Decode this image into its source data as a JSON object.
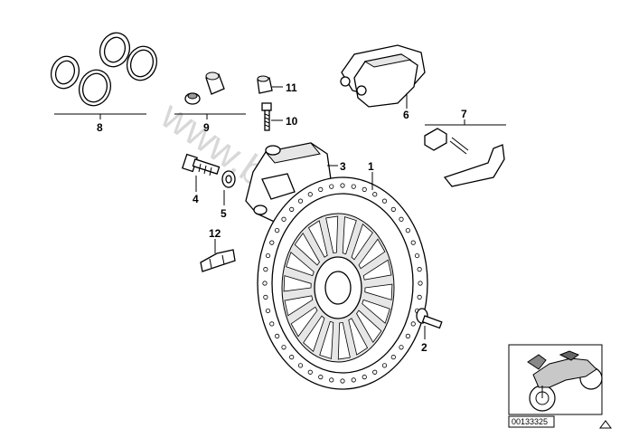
{
  "watermark": "www.bmwfiche.pl",
  "diagram_code": "00133325",
  "callouts": [
    {
      "id": "1",
      "label": "1"
    },
    {
      "id": "2",
      "label": "2"
    },
    {
      "id": "3",
      "label": "3"
    },
    {
      "id": "4",
      "label": "4"
    },
    {
      "id": "5",
      "label": "5"
    },
    {
      "id": "6",
      "label": "6"
    },
    {
      "id": "7",
      "label": "7"
    },
    {
      "id": "8",
      "label": "8"
    },
    {
      "id": "9",
      "label": "9"
    },
    {
      "id": "10",
      "label": "10"
    },
    {
      "id": "11",
      "label": "11"
    },
    {
      "id": "12",
      "label": "12"
    }
  ],
  "icons": {
    "corner_triangle": "triangle-icon",
    "thumbnail": "motorcycle-icon"
  }
}
